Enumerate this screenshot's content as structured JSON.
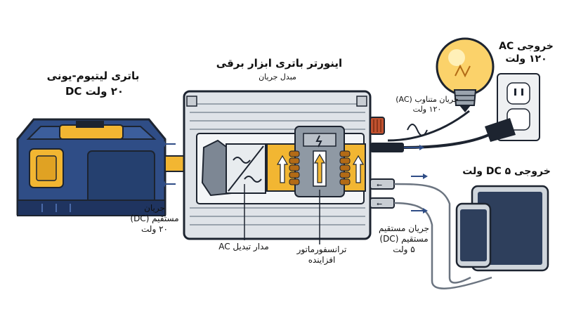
{
  "title": "اینورتر باتری ابزار برقی",
  "subtitle": "مبدل جریان",
  "battery": {
    "name": "باتری لیتیوم-یونی",
    "voltage": "۲۰ ولت DC"
  },
  "battery_current": {
    "line1": "جریان",
    "line2": "مستقیم (DC)",
    "line3": "۲۰ ولت"
  },
  "ac_circuit_label": "مدار تبدیل AC",
  "transformer_label": {
    "line1": "ترانسفورماتور",
    "line2": "افزاینده"
  },
  "ac_current": {
    "line1": "جریان متناوب (AC)",
    "line2": "۱۲۰ ولت"
  },
  "ac_output": {
    "line1": "خروجی AC",
    "line2": "۱۲۰ ولت"
  },
  "dc_output_label": "خروجی DC ۵ ولت",
  "dc_current": {
    "line1": "جریان مستقیم",
    "line2": "مستقیم (DC)",
    "line3": "۵ ولت"
  },
  "colors": {
    "battery_blue": "#2f4d86",
    "accent_yellow": "#f2b632",
    "metal": "#dfe3e8",
    "outline": "#1d2430",
    "bulb": "#fbd26a"
  }
}
